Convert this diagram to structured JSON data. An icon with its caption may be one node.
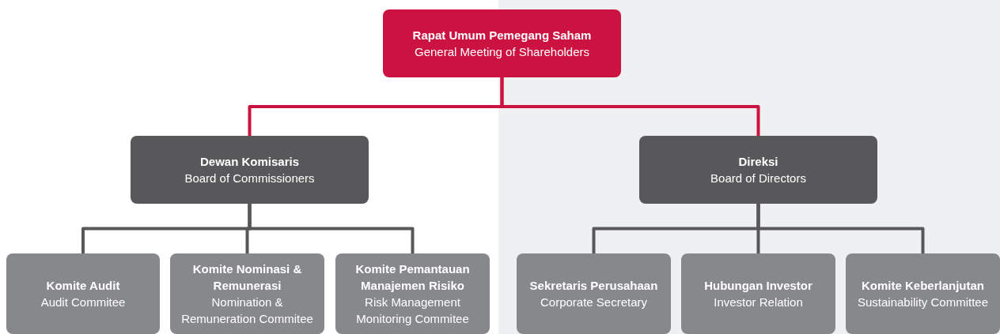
{
  "diagram": {
    "nodes": [
      {
        "text": [
          "Rapat Umum Pemegang Saham",
          "General Meeting of Shareholders"
        ]
      },
      {
        "text": [
          "Dewan Komisaris",
          "Board of Commissioners"
        ]
      },
      {
        "text": [
          "Direksi",
          "Board of Directors"
        ]
      },
      {
        "text": [
          "Komite Audit",
          "Audit Commitee"
        ]
      },
      {
        "text": [
          "Komite Nominasi & Remunerasi",
          "Nomination & Remuneration Commitee"
        ]
      },
      {
        "text": [
          "Komite Pemantauan Manajemen Risiko",
          "Risk Management Monitoring Commitee"
        ]
      },
      {
        "text": [
          "Sekretaris Perusahaan",
          "Corporate Secretary"
        ]
      },
      {
        "text": [
          "Hubungan Investor",
          "Investor Relation"
        ]
      },
      {
        "text": [
          "Komite Keberlanjutan",
          "Sustainability Committee"
        ]
      }
    ],
    "edges": [
      {
        "from": 0,
        "to": 1,
        "arrow": "none",
        "color": "#cc1241"
      },
      {
        "from": 0,
        "to": 2,
        "arrow": "none",
        "color": "#cc1241"
      },
      {
        "from": 1,
        "to": 3,
        "arrow": "none"
      },
      {
        "from": 1,
        "to": 4,
        "arrow": "none"
      },
      {
        "from": 1,
        "to": 5,
        "arrow": "none"
      },
      {
        "from": 2,
        "to": 6,
        "arrow": "none"
      },
      {
        "from": 2,
        "to": 7,
        "arrow": "none"
      },
      {
        "from": 2,
        "to": 8,
        "arrow": "none"
      }
    ]
  }
}
